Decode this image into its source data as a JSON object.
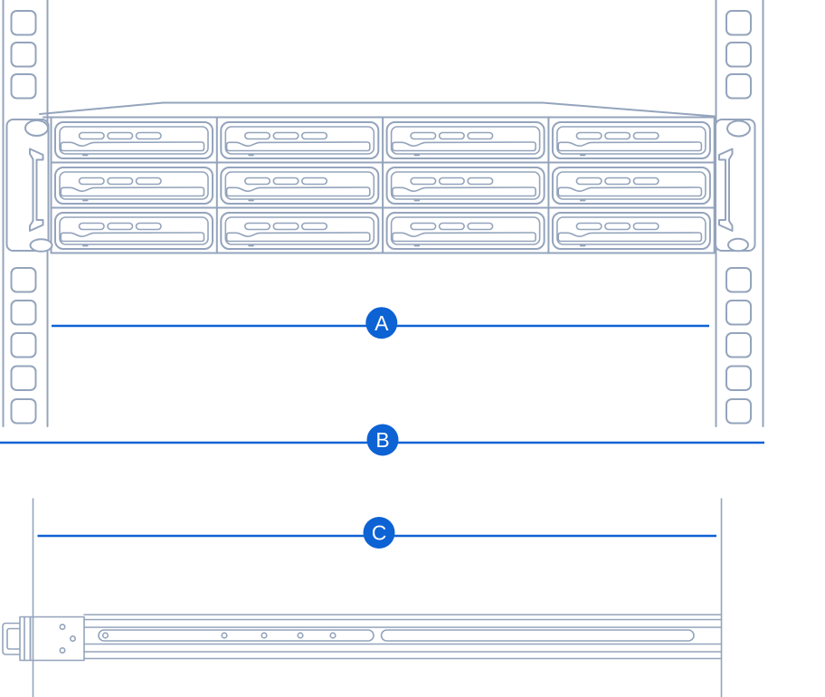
{
  "colors": {
    "outline": "#94a4bc",
    "accent": "#0d62d4",
    "badge_text": "#ffffff",
    "background": "#ffffff"
  },
  "badges": {
    "a": "A",
    "b": "B",
    "c": "C"
  }
}
